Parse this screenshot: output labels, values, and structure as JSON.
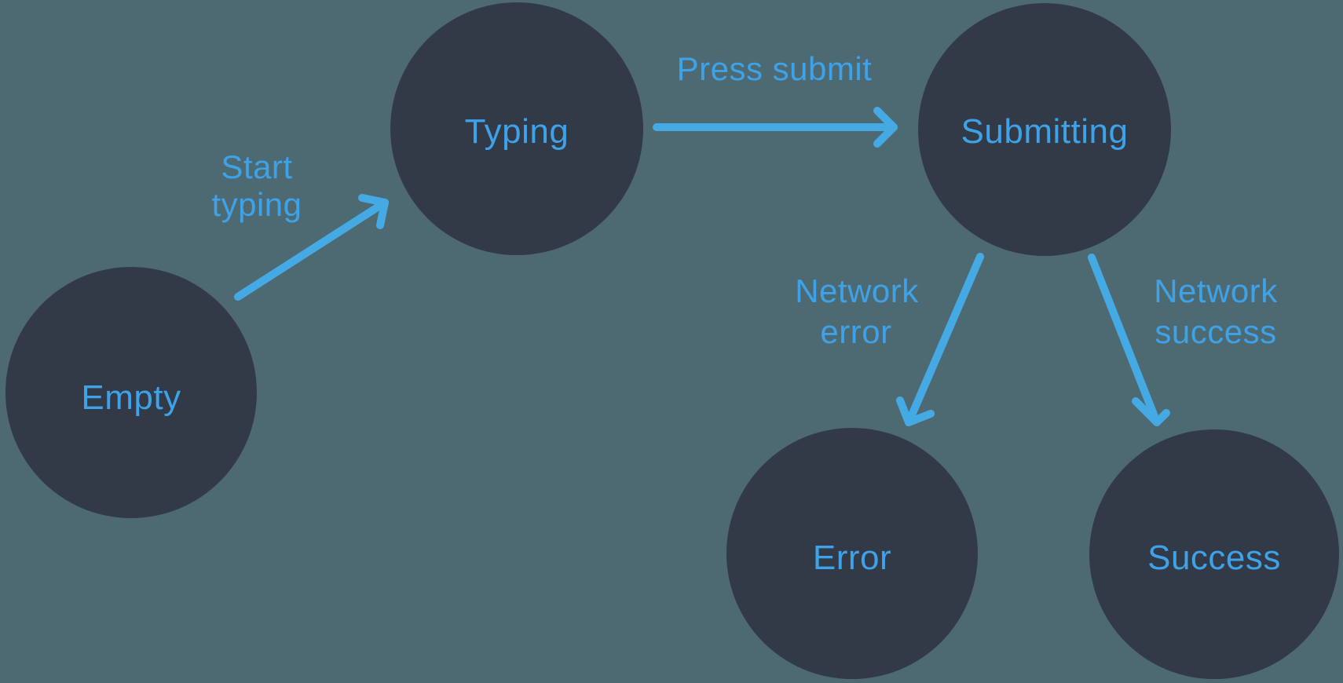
{
  "diagram": {
    "type": "state-machine",
    "states": [
      {
        "id": "empty",
        "label": "Empty"
      },
      {
        "id": "typing",
        "label": "Typing"
      },
      {
        "id": "submitting",
        "label": "Submitting"
      },
      {
        "id": "error",
        "label": "Error"
      },
      {
        "id": "success",
        "label": "Success"
      }
    ],
    "transitions": [
      {
        "from": "Empty",
        "to": "Typing",
        "label_lines": [
          "Start",
          "typing"
        ]
      },
      {
        "from": "Typing",
        "to": "Submitting",
        "label_lines": [
          "Press submit"
        ]
      },
      {
        "from": "Submitting",
        "to": "Error",
        "label_lines": [
          "Network",
          "error"
        ]
      },
      {
        "from": "Submitting",
        "to": "Success",
        "label_lines": [
          "Network",
          "success"
        ]
      }
    ],
    "colors": {
      "background": "#4D6A73",
      "node_fill": "#323A47",
      "label_text": "#3EA2E8",
      "arrow": "#45AAE3"
    }
  }
}
